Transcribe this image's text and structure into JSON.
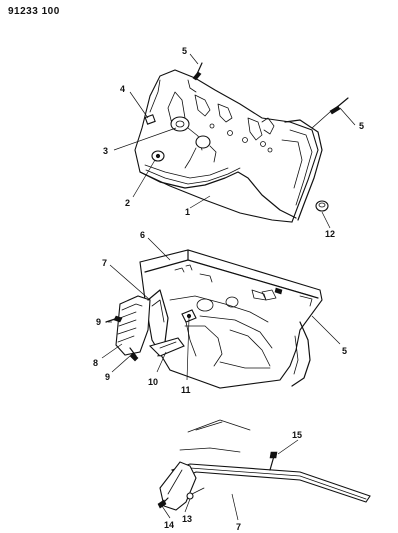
{
  "header": {
    "drawing_number": "91233 100"
  },
  "callouts": {
    "c1": "1",
    "c2": "2",
    "c3": "3",
    "c4": "4",
    "c5a": "5",
    "c5b": "5",
    "c5c": "5",
    "c6": "6",
    "c7a": "7",
    "c7b": "7",
    "c8": "8",
    "c9a": "9",
    "c9b": "9",
    "c10": "10",
    "c11": "11",
    "c12": "12",
    "c13": "13",
    "c14": "14",
    "c15": "15"
  }
}
